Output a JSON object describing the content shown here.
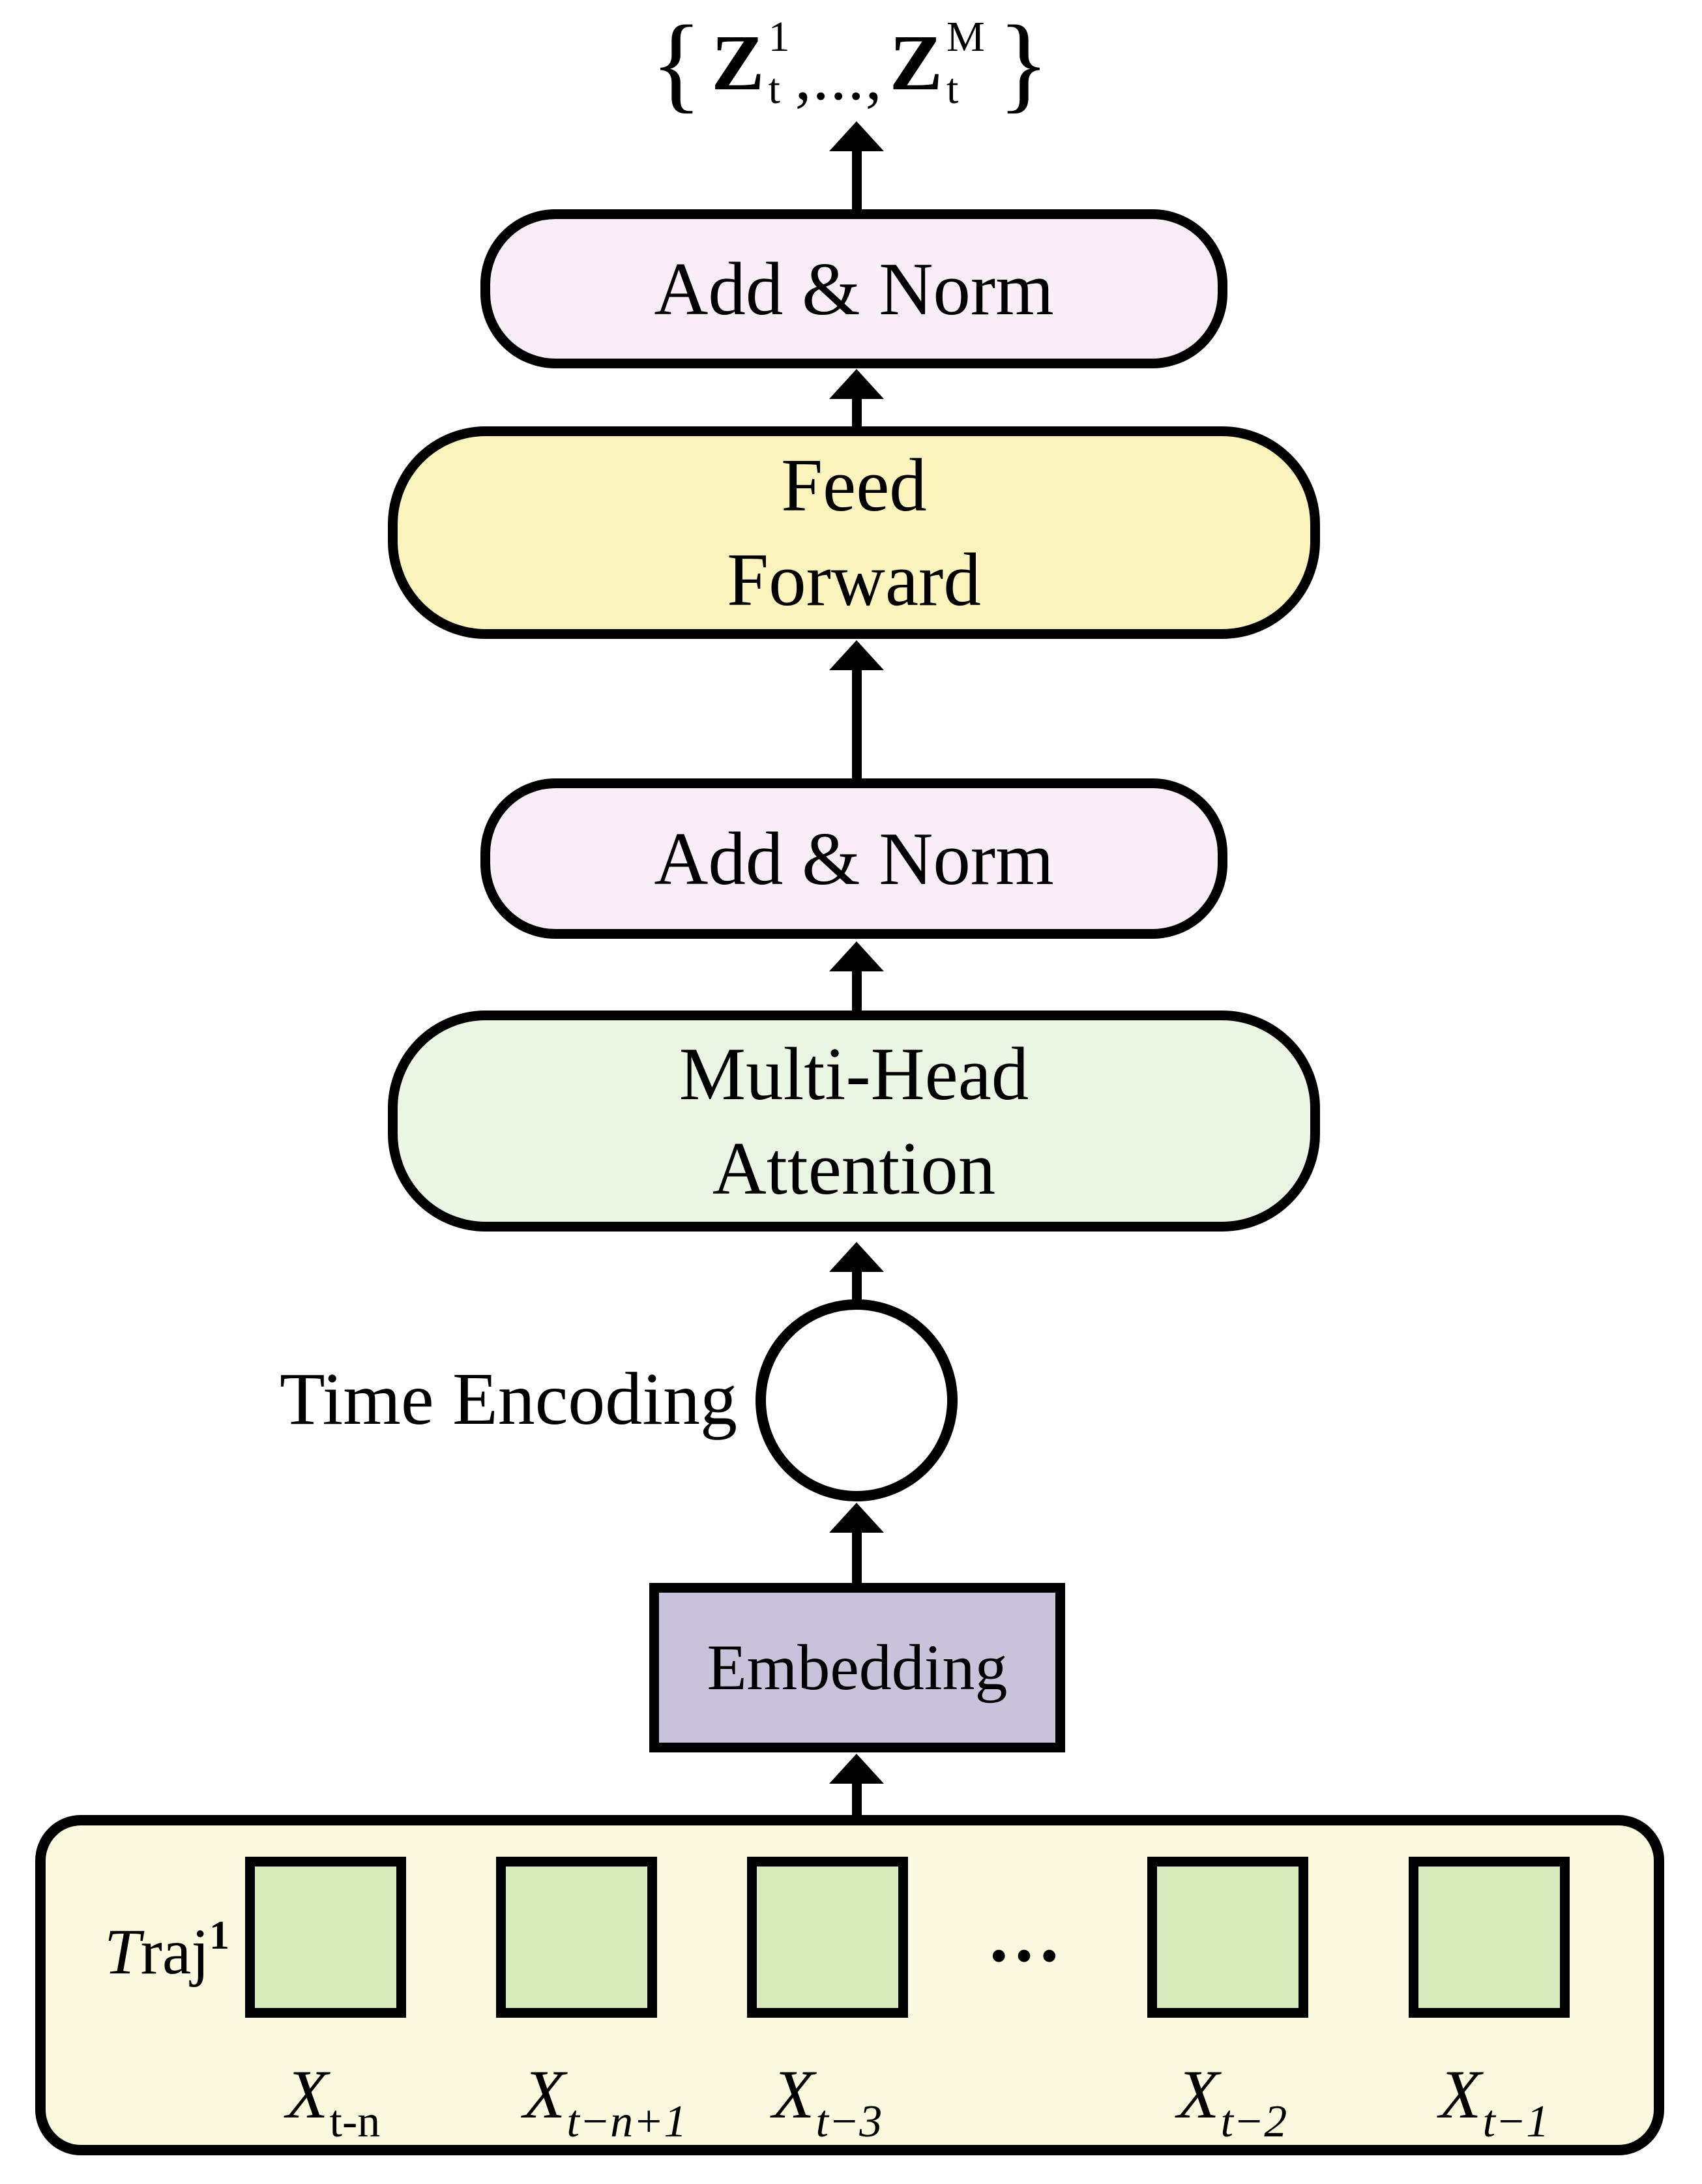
{
  "output_formula": {
    "open_brace": "{",
    "term1": {
      "base": "Z",
      "sup": "1",
      "sub": "t"
    },
    "separator": ",...,",
    "term2": {
      "base": "Z",
      "sup": "M",
      "sub": "t"
    },
    "close_brace": "}"
  },
  "blocks": {
    "add_norm_top": "Add & Norm",
    "feed_forward": {
      "line1": "Feed",
      "line2": "Forward"
    },
    "add_norm_mid": "Add & Norm",
    "multi_head_attention": {
      "line1": "Multi-Head",
      "line2": "Attention"
    },
    "embedding": "Embedding"
  },
  "time_encoding": {
    "label": "Time Encoding"
  },
  "trajectory": {
    "label": {
      "base": "T",
      "rest": "raj",
      "sup": "1"
    },
    "token_base": "X",
    "tokens": [
      {
        "sub": "t-n"
      },
      {
        "sub": "t−n+1"
      },
      {
        "sub": "t−3"
      },
      {
        "sub": "t−2"
      },
      {
        "sub": "t−1"
      }
    ],
    "ellipsis": "..."
  },
  "colors": {
    "add_norm_fill": "#F9EEF8",
    "feed_forward_fill": "#FBF3BC",
    "attention_fill": "#EAF6E3",
    "embedding_fill": "#C9C2DB",
    "trajectory_fill": "#FBFADF",
    "token_fill": "#D6E9BA",
    "stroke": "#000000"
  }
}
